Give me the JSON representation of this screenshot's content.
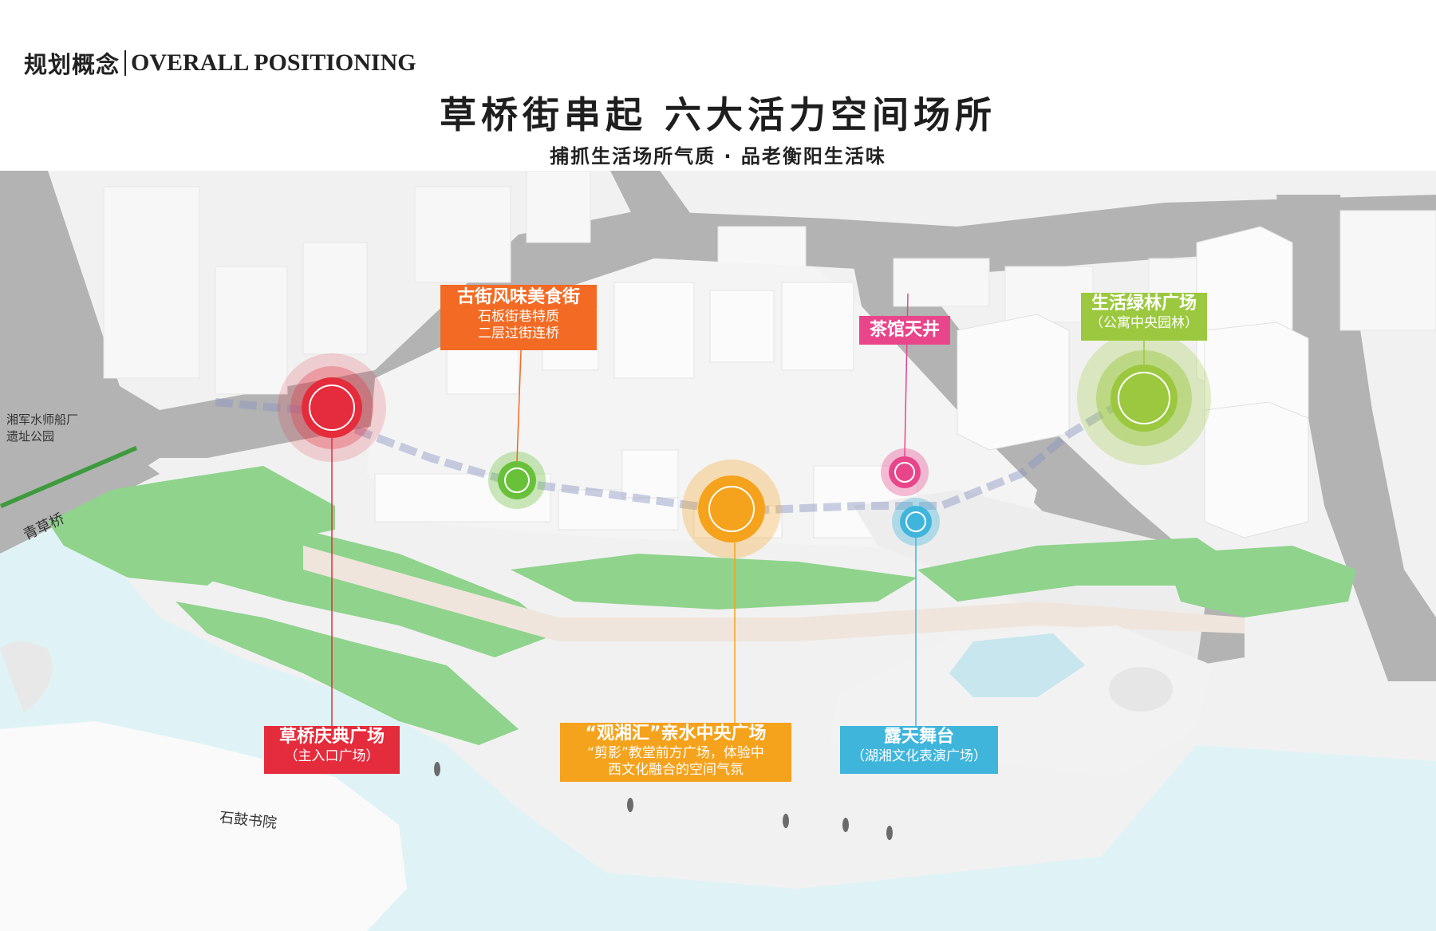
{
  "header": {
    "section_cn": "规划概念",
    "section_en": "OVERALL POSITIONING",
    "title": "草桥街串起 六大活力空间场所",
    "subtitle": "捕抓生活场所气质 · 品老衡阳生活味"
  },
  "spaces": [
    {
      "title": "古街风味美食街",
      "lines": [
        "石板街巷特质",
        "二层过街连桥"
      ],
      "color": "#f26a23"
    },
    {
      "title": "茶馆天井",
      "lines": [],
      "color": "#e8458b"
    },
    {
      "title": "生活绿林广场",
      "lines": [
        "（公寓中央园林）"
      ],
      "color": "#9bc83e"
    },
    {
      "title": "草桥庆典广场",
      "lines": [
        "（主入口广场）"
      ],
      "color": "#e52c3c"
    },
    {
      "title": "“观湘汇”亲水中央广场",
      "lines": [
        "“剪影”教堂前方广场，体验中",
        "西文化融合的空间气氛"
      ],
      "color": "#f5a21d"
    },
    {
      "title": "露天舞台",
      "lines": [
        "（湖湘文化表演广场）"
      ],
      "color": "#3fb5dc"
    }
  ],
  "places": {
    "park_line1": "湘军水师船厂",
    "park_line2": "遗址公园",
    "bridge": "青草桥",
    "academy": "石鼓书院"
  },
  "colors": {
    "red": "#e52c3c",
    "green": "#69c13a",
    "orange": "#f5a21d",
    "pink": "#e8458b",
    "cyan": "#3fb5dc",
    "lime": "#9bc83e",
    "route": "#8a95c0",
    "water": "#dff3f6",
    "road": "#b3b3b3",
    "grass": "#8fd38c"
  }
}
